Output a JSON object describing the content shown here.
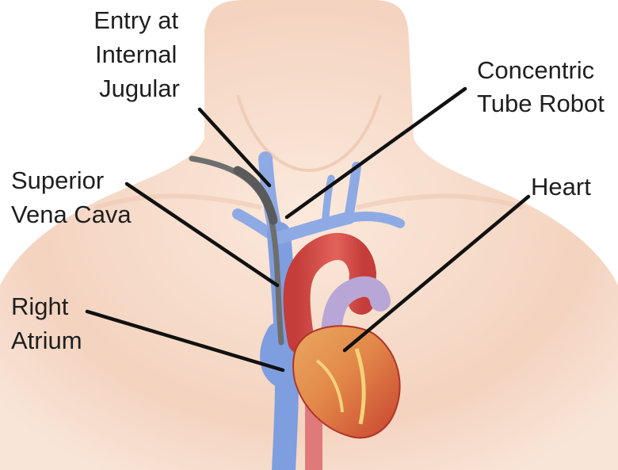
{
  "labels": {
    "entry": [
      "Entry at",
      "Internal",
      "Jugular"
    ],
    "robot": [
      "Concentric",
      "Tube Robot"
    ],
    "svc": [
      "Superior",
      "Vena Cava"
    ],
    "heart": [
      "Heart"
    ],
    "atrium": [
      "Right",
      "Atrium"
    ]
  },
  "colors": {
    "skin": "#f6dccb",
    "vein": "#7f9ee0",
    "artery": "#d8564f",
    "robot": "#6e6e6e",
    "leader": "#111111"
  }
}
